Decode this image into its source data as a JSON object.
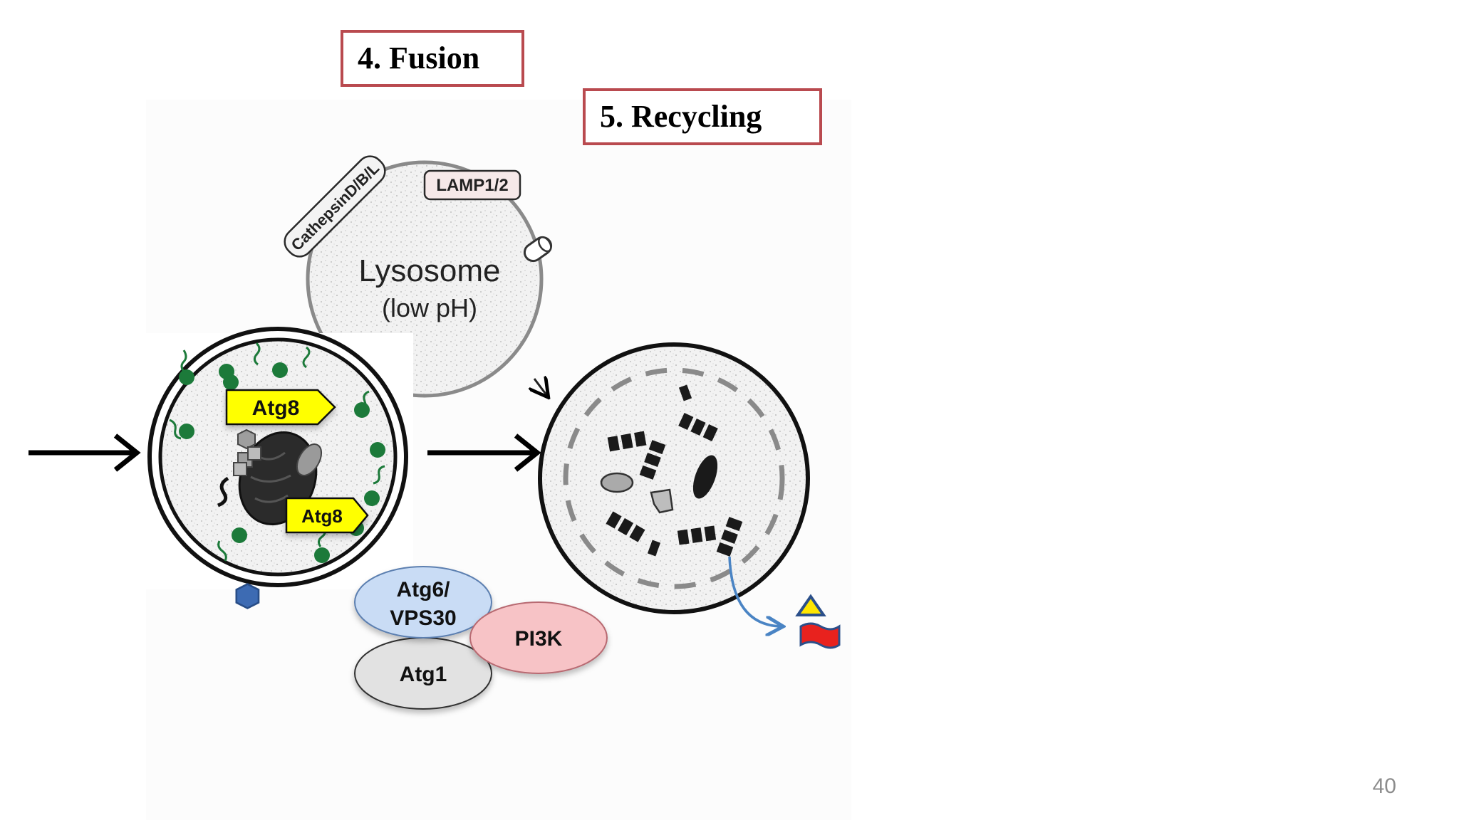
{
  "steps": {
    "fusion": "4. Fusion",
    "recycling": "5. Recycling"
  },
  "lysosome": {
    "title": "Lysosome",
    "subtitle": "(low pH)",
    "marker_lamp": "LAMP1/2",
    "marker_cathepsin": "CathepsinD/B/L"
  },
  "autophagosome": {
    "atg8_upper": "Atg8",
    "atg8_lower": "Atg8"
  },
  "complex": {
    "atg6": [
      "Atg6/",
      "VPS30"
    ],
    "pi3k": "PI3K",
    "atg1": "Atg1"
  },
  "slide_number": "40",
  "colors": {
    "step_border": "#b94a4f",
    "atg8_fill": "#ffff00",
    "vesicle_dot": "#1c7a3a",
    "atg6_fill": "#c9dcf5",
    "pi3k_fill": "#f7c3c6",
    "atg1_fill": "#e2e2e2",
    "recycle_arrow": "#4a84c4",
    "hexagon": "#3d6bb3",
    "triangle": "#ffe600",
    "flag": "#e8221e"
  }
}
